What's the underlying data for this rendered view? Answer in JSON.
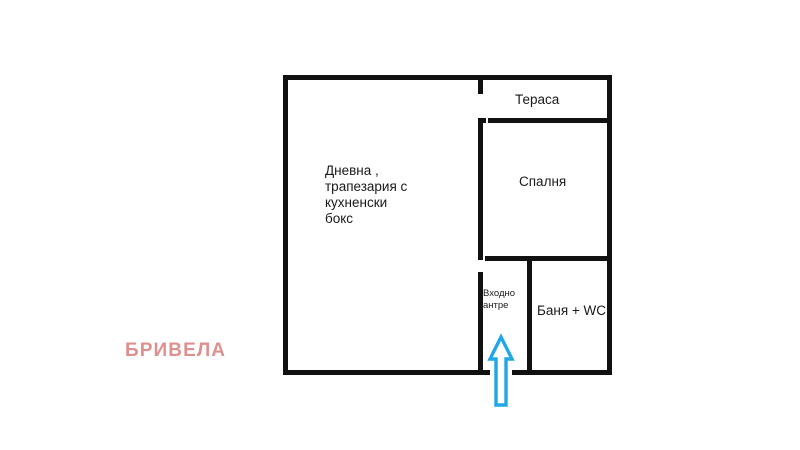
{
  "plan": {
    "title_watermark": "БРИВЕЛА",
    "watermark_color": "#e08f8f",
    "wall_color": "#111111",
    "background_color": "#ffffff",
    "arrow": {
      "name": "entrance-arrow",
      "color": "#1fa8e5",
      "direction": "up",
      "meaning": "entrance"
    },
    "rooms": [
      {
        "key": "living",
        "label": "Дневна ,\nтрапезария с\nкухненски\nбокс",
        "name": "room-living-dining-kitchen"
      },
      {
        "key": "terrace",
        "label": "Тераса",
        "name": "room-terrace"
      },
      {
        "key": "bedroom",
        "label": "Спалня",
        "name": "room-bedroom"
      },
      {
        "key": "hall",
        "label": "Входно\nантре",
        "name": "room-entrance-hall"
      },
      {
        "key": "bathroom",
        "label": "Баня + WC",
        "name": "room-bathroom-wc"
      }
    ],
    "labels": {
      "living": "Дневна ,\nтрапезария с\nкухненски\nбокс",
      "terrace": "Тераса",
      "bedroom": "Спалня",
      "hall": "Входно\nантре",
      "bathroom": "Баня + WC"
    }
  }
}
